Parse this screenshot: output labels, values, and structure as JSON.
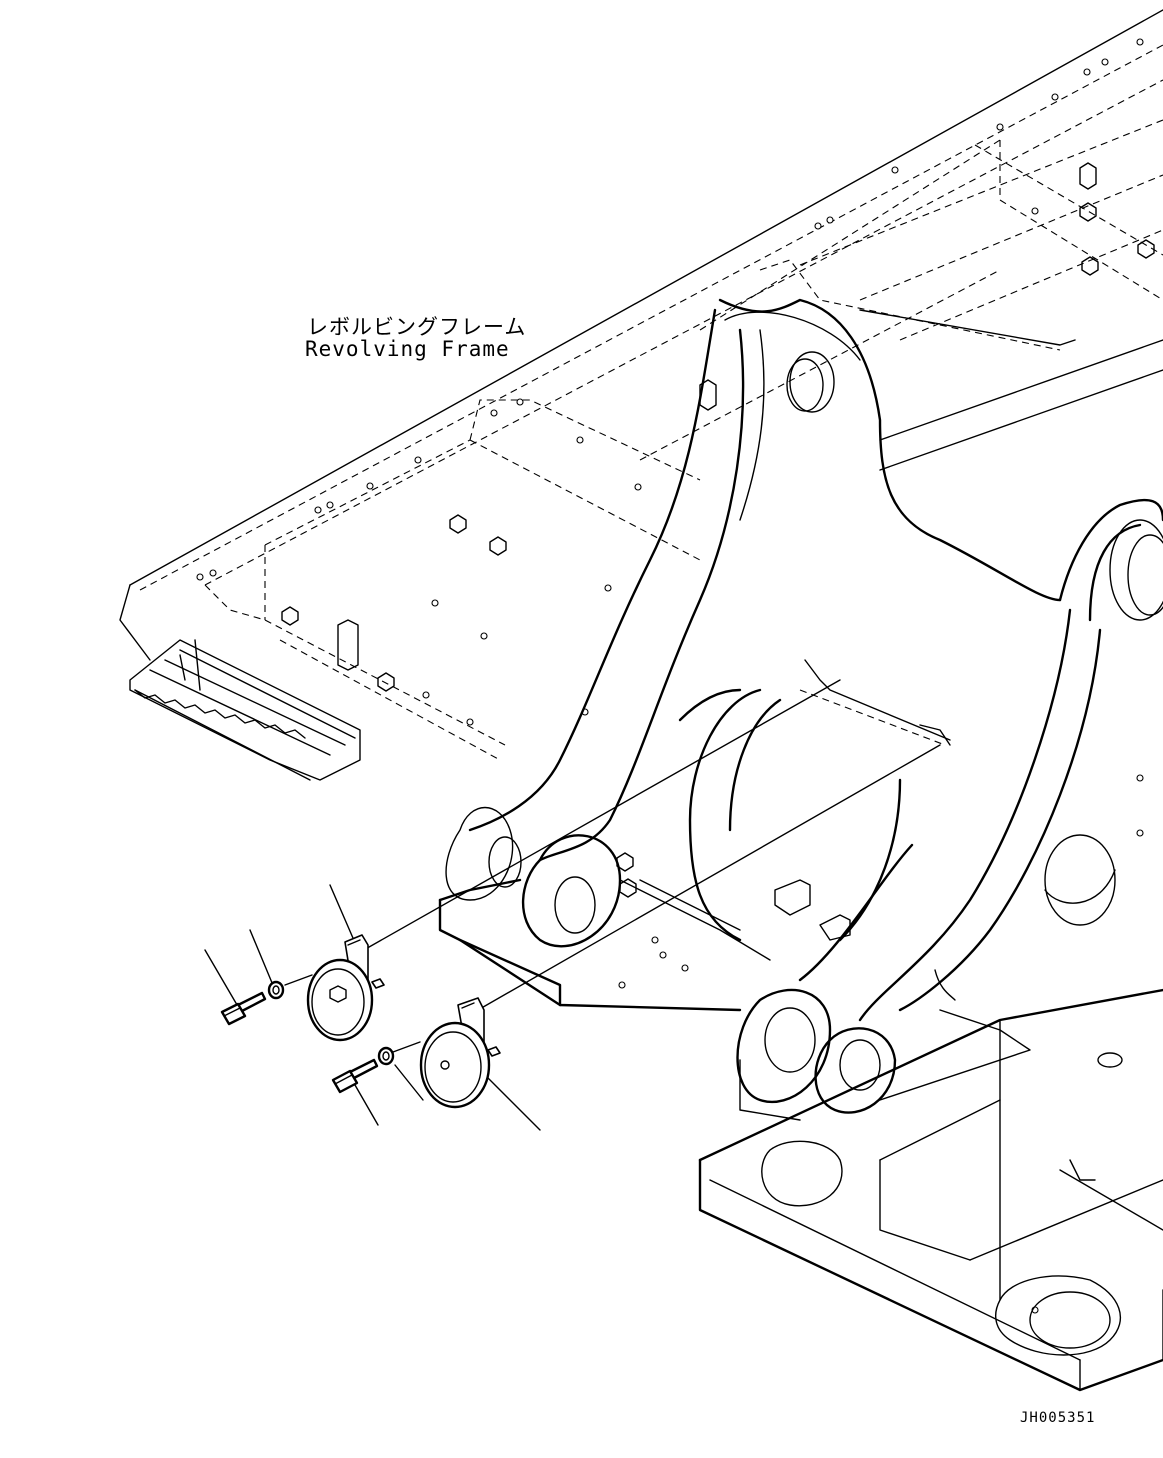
{
  "labels": {
    "part_name_jp": "レボルビングフレーム",
    "part_name_en": "Revolving Frame",
    "drawing_id": "JH005351"
  },
  "parts": [
    "horn-left",
    "horn-right",
    "bolt-left",
    "bolt-right",
    "washer-left",
    "washer-right"
  ]
}
